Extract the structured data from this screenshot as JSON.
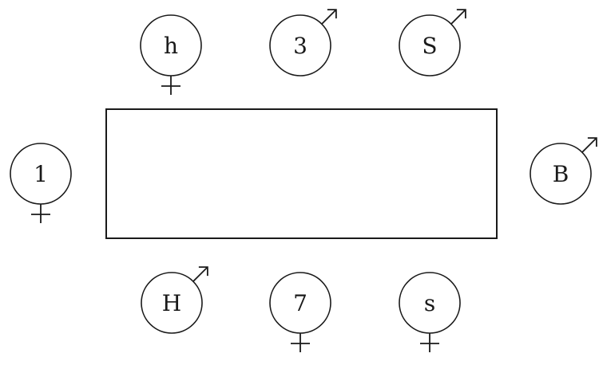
{
  "seats": [
    {
      "id": "h",
      "label": "h",
      "sex": "female"
    },
    {
      "id": "3",
      "label": "3",
      "sex": "male"
    },
    {
      "id": "S",
      "label": "S",
      "sex": "male"
    },
    {
      "id": "1",
      "label": "1",
      "sex": "female"
    },
    {
      "id": "B",
      "label": "B",
      "sex": "male"
    },
    {
      "id": "H",
      "label": "H",
      "sex": "male"
    },
    {
      "id": "7",
      "label": "7",
      "sex": "female"
    },
    {
      "id": "s",
      "label": "s",
      "sex": "female"
    }
  ],
  "colors": {
    "stroke": "#1a1a1a",
    "background": "#ffffff"
  }
}
